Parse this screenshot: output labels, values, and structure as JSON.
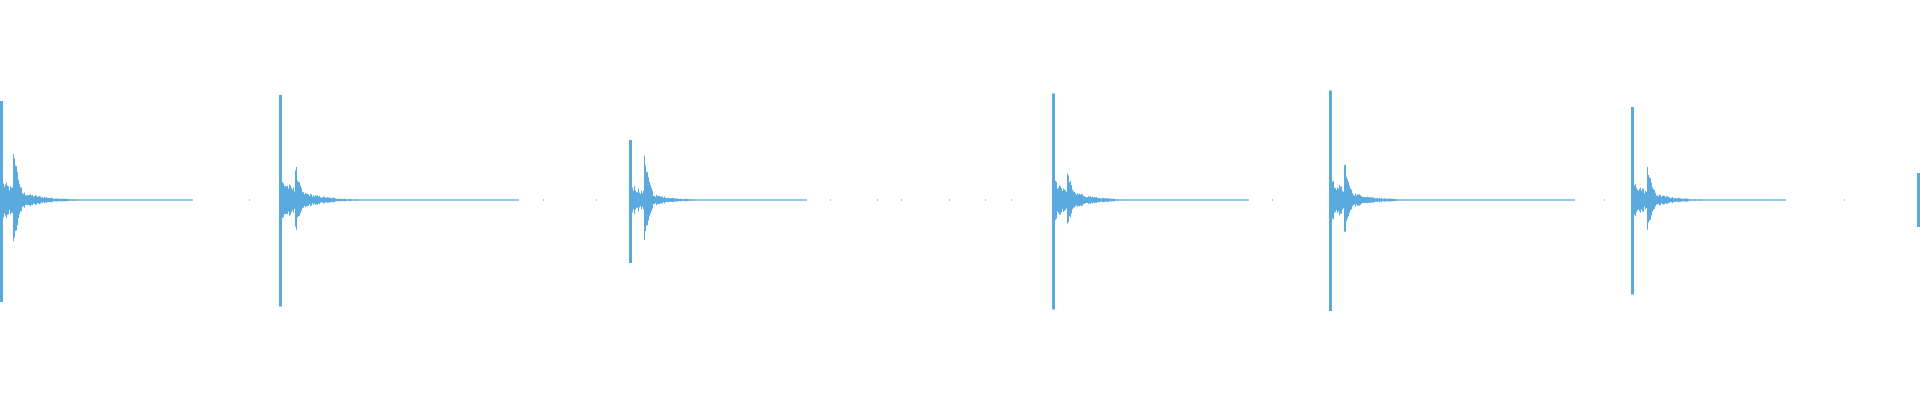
{
  "waveform": {
    "color": "#5aa9df",
    "background": "#ffffff",
    "duration_s": 1.0,
    "amplitude_range": [
      -1,
      1
    ],
    "transients": [
      {
        "time": 0.0005,
        "peak_pos": 0.66,
        "peak_neg": 0.68,
        "secondary_time": 0.0072,
        "secondary_amp": 0.38,
        "tail_decay": 0.012,
        "tail_end": 0.1
      },
      {
        "time": 0.146,
        "peak_pos": 0.7,
        "peak_neg": 0.71,
        "secondary_time": 0.154,
        "secondary_amp": 0.24,
        "tail_decay": 0.012,
        "tail_end": 0.27
      },
      {
        "time": 0.328,
        "peak_pos": 0.4,
        "peak_neg": 0.42,
        "secondary_time": 0.336,
        "secondary_amp": 0.3,
        "tail_decay": 0.011,
        "tail_end": 0.42
      },
      {
        "time": 0.5485,
        "peak_pos": 0.71,
        "peak_neg": 0.73,
        "secondary_time": 0.5565,
        "secondary_amp": 0.18,
        "tail_decay": 0.011,
        "tail_end": 0.65
      },
      {
        "time": 0.6925,
        "peak_pos": 0.73,
        "peak_neg": 0.74,
        "secondary_time": 0.7005,
        "secondary_amp": 0.25,
        "tail_decay": 0.011,
        "tail_end": 0.82
      },
      {
        "time": 0.85,
        "peak_pos": 0.62,
        "peak_neg": 0.63,
        "secondary_time": 0.8585,
        "secondary_amp": 0.23,
        "tail_decay": 0.011,
        "tail_end": 0.93
      },
      {
        "time": 0.999,
        "peak_pos": 0.18,
        "peak_neg": 0.18,
        "secondary_time": 1.0,
        "secondary_amp": 0.0,
        "tail_decay": 0.004,
        "tail_end": 1.0
      }
    ]
  }
}
